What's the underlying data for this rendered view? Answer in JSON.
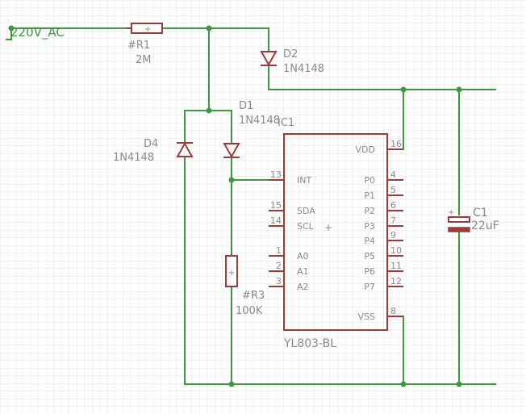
{
  "net_label": "220V_AC",
  "components": {
    "r1": {
      "name": "#R1",
      "value": "2M"
    },
    "r3": {
      "name": "#R3",
      "value": "100K"
    },
    "d1": {
      "name": "D1",
      "value": "1N4148"
    },
    "d2": {
      "name": "D2",
      "value": "1N4148"
    },
    "d4": {
      "name": "D4",
      "value": "1N4148"
    },
    "c1": {
      "name": "C1",
      "value": "22uF"
    },
    "ic1": {
      "name": "IC1",
      "part": "YL803-BL",
      "left_pins": [
        {
          "num": "13",
          "label": "INT"
        },
        {
          "num": "15",
          "label": "SDA"
        },
        {
          "num": "14",
          "label": "SCL"
        },
        {
          "num": "1",
          "label": "A0"
        },
        {
          "num": "2",
          "label": "A1"
        },
        {
          "num": "3",
          "label": "A2"
        }
      ],
      "right_pins": [
        {
          "num": "16",
          "label": "VDD"
        },
        {
          "num": "4",
          "label": "P0"
        },
        {
          "num": "5",
          "label": "P1"
        },
        {
          "num": "6",
          "label": "P2"
        },
        {
          "num": "7",
          "label": "P3"
        },
        {
          "num": "9",
          "label": "P4"
        },
        {
          "num": "10",
          "label": "P5"
        },
        {
          "num": "11",
          "label": "P6"
        },
        {
          "num": "12",
          "label": "P7"
        },
        {
          "num": "8",
          "label": "VSS"
        }
      ]
    }
  },
  "colors": {
    "wire": "#3f9a3f",
    "part": "#9b3b3b",
    "text": "#8a8a8a",
    "grid": "#dcdcdc"
  }
}
